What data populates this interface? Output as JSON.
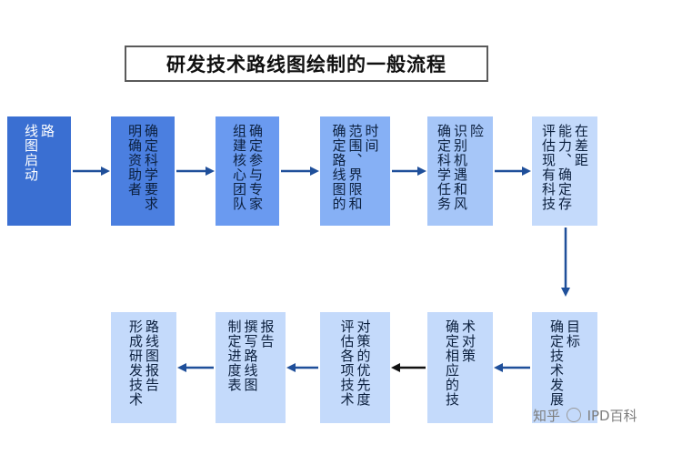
{
  "title": "研发技术路线图绘制的一般流程",
  "steps": [
    {
      "cols": [
        "路",
        "线图启动"
      ]
    },
    {
      "cols": [
        "确定科学要求",
        "明确资助者"
      ]
    },
    {
      "cols": [
        "确定参与专家",
        "组建核心团队"
      ]
    },
    {
      "cols": [
        "时间",
        "范围、界限和",
        "确定路线图的"
      ]
    },
    {
      "cols": [
        "险",
        "识别机遇和风",
        "确定科学任务"
      ]
    },
    {
      "cols": [
        "在差距",
        "能力、确定存",
        "评估现有科技"
      ]
    },
    {
      "cols": [
        "目标",
        "确定技术发展"
      ]
    },
    {
      "cols": [
        "术对策",
        "确定相应的技"
      ]
    },
    {
      "cols": [
        "对策的优先度",
        "评估各项技术"
      ]
    },
    {
      "cols": [
        "报告",
        "撰写路线图",
        "制定进度表"
      ]
    },
    {
      "cols": [
        "路线图报告",
        "形成研发技术"
      ]
    }
  ],
  "colors": {
    "arrow_blue": "#1f4f9a",
    "arrow_black": "#111111",
    "title_border": "#5a5a5a"
  },
  "watermark": {
    "prefix": "知乎",
    "text": "IPD百科"
  }
}
